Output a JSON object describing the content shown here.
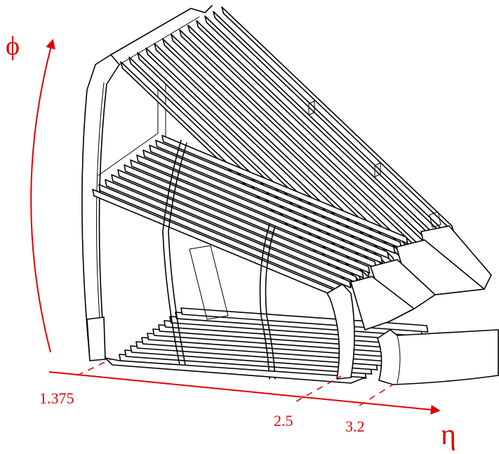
{
  "axes": {
    "phi": {
      "symbol": "ϕ"
    },
    "eta": {
      "symbol": "η"
    }
  },
  "eta_marks": [
    {
      "label": "1.375",
      "eta": 1.375
    },
    {
      "label": "2.5",
      "eta": 2.5
    },
    {
      "label": "3.2",
      "eta": 3.2
    }
  ],
  "colors": {
    "annotation": "#e00000",
    "drawing": "#000000",
    "background": "#ffffff"
  }
}
